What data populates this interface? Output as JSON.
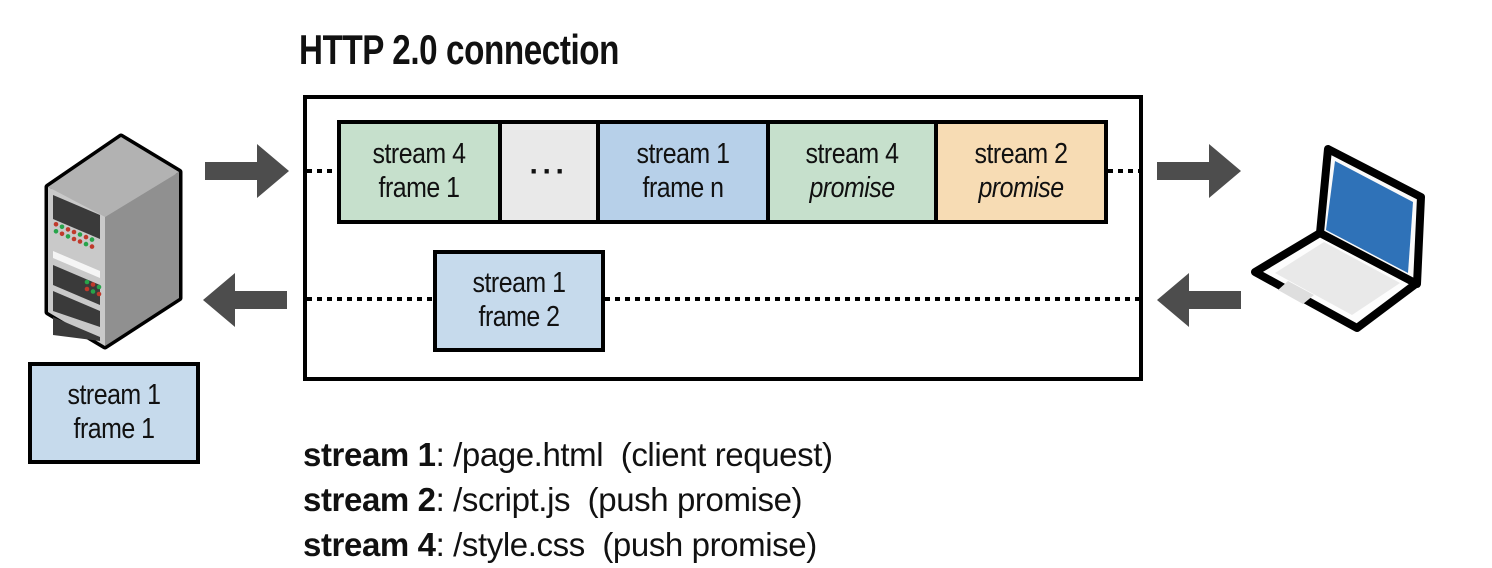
{
  "title": "HTTP 2.0 connection",
  "colors": {
    "frame_green": "#c6e0cc",
    "frame_gray": "#e9e9e9",
    "frame_blue": "#b7d0e9",
    "frame_blue_light": "#c6daec",
    "frame_orange": "#f7dcb4",
    "arrow": "#4d4d4d",
    "outline": "#000000",
    "laptop_screen": "#2f72b8",
    "server_front": "#c9c9c9",
    "server_side": "#909090",
    "server_top": "#b2b2b2"
  },
  "connection_box": {
    "request_frames": [
      {
        "line1": "stream 4",
        "line2": "frame 1"
      },
      {
        "line1": "···",
        "line2": ""
      },
      {
        "line1": "stream 1",
        "line2": "frame n"
      },
      {
        "line1": "stream 4",
        "line2": "promise"
      },
      {
        "line1": "stream 2",
        "line2": "promise"
      }
    ],
    "response_frame": {
      "line1": "stream 1",
      "line2": "frame 2"
    }
  },
  "pending_frame": {
    "line1": "stream 1",
    "line2": "frame 1"
  },
  "legend": [
    {
      "label": "stream 1",
      "detail": ": /page.html  (client request)"
    },
    {
      "label": "stream 2",
      "detail": ": /script.js  (push promise)"
    },
    {
      "label": "stream 4",
      "detail": ": /style.css  (push promise)"
    }
  ],
  "icons": {
    "left_endpoint": "server-icon",
    "right_endpoint": "laptop-icon",
    "request_direction": "right-arrow-icon",
    "response_direction": "left-arrow-icon"
  }
}
